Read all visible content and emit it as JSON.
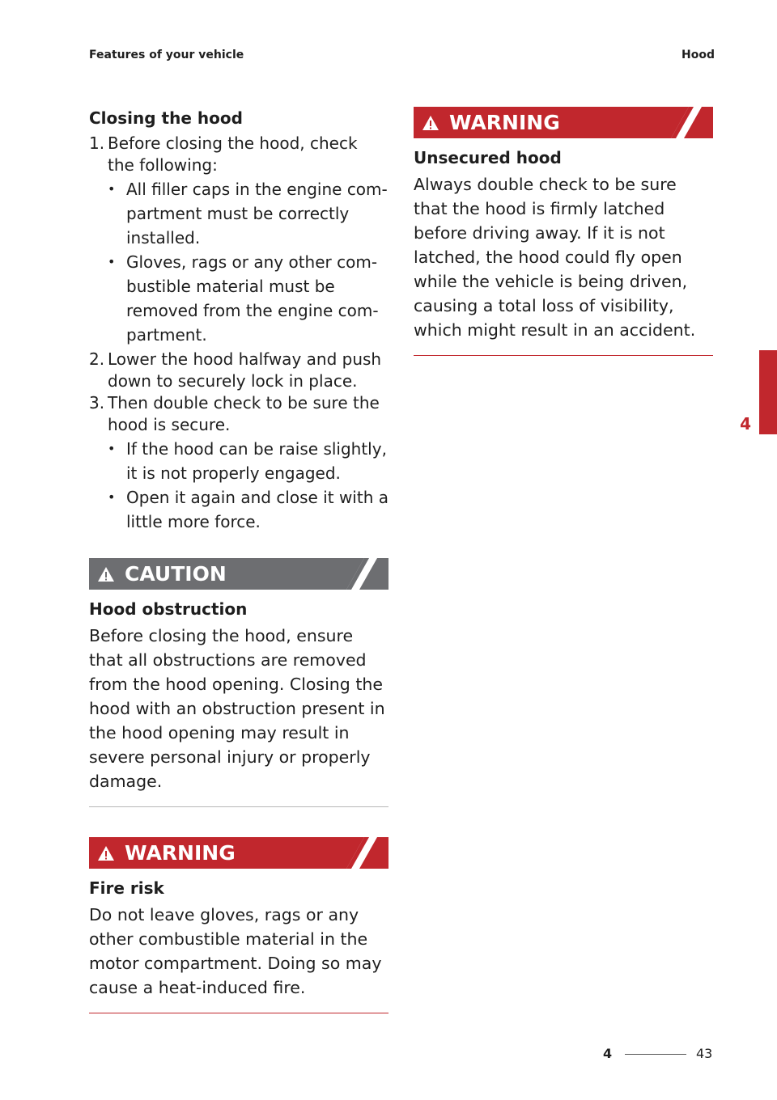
{
  "header": {
    "left": "Features of your vehicle",
    "right": "Hood"
  },
  "left": {
    "section_title": "Closing the hood",
    "steps": [
      {
        "num": "1.",
        "text": "Before closing the hood, check the following:",
        "bullets": [
          "All filler caps in the engine com-partment must be correctly installed.",
          "Gloves, rags or any other com-bustible material must be removed from the engine com-partment."
        ]
      },
      {
        "num": "2.",
        "text": "Lower the hood halfway and push down to securely lock in place.",
        "bullets": []
      },
      {
        "num": "3.",
        "text": "Then double check to be sure the hood is secure.",
        "bullets": [
          "If the hood can be raise slightly, it is not properly engaged.",
          "Open it again and close it with a little more force."
        ]
      }
    ],
    "caution": {
      "label": "CAUTION",
      "title": "Hood obstruction",
      "body": "Before closing the hood, ensure that all obstructions are removed from the hood opening. Closing the hood with an obstruction present in the hood opening may result in severe personal injury or properly damage."
    },
    "warning": {
      "label": "WARNING",
      "title": "Fire risk",
      "body": "Do not leave gloves, rags or any other combustible material in the motor compartment. Doing so may cause a heat-induced fire."
    }
  },
  "right": {
    "warning": {
      "label": "WARNING",
      "title": "Unsecured hood",
      "body": "Always double check to be sure that the hood is firmly latched before driving away. If it is not latched, the hood could fly open while the vehicle is being driven, causing a total loss of visibility, which might result in an accident."
    }
  },
  "side_tab": {
    "chapter": "4"
  },
  "footer": {
    "chapter": "4",
    "page": "43"
  },
  "colors": {
    "warning_red": "#c1272d",
    "caution_grey": "#6d6e71"
  },
  "icons": {
    "alert": "warning-triangle-icon"
  }
}
